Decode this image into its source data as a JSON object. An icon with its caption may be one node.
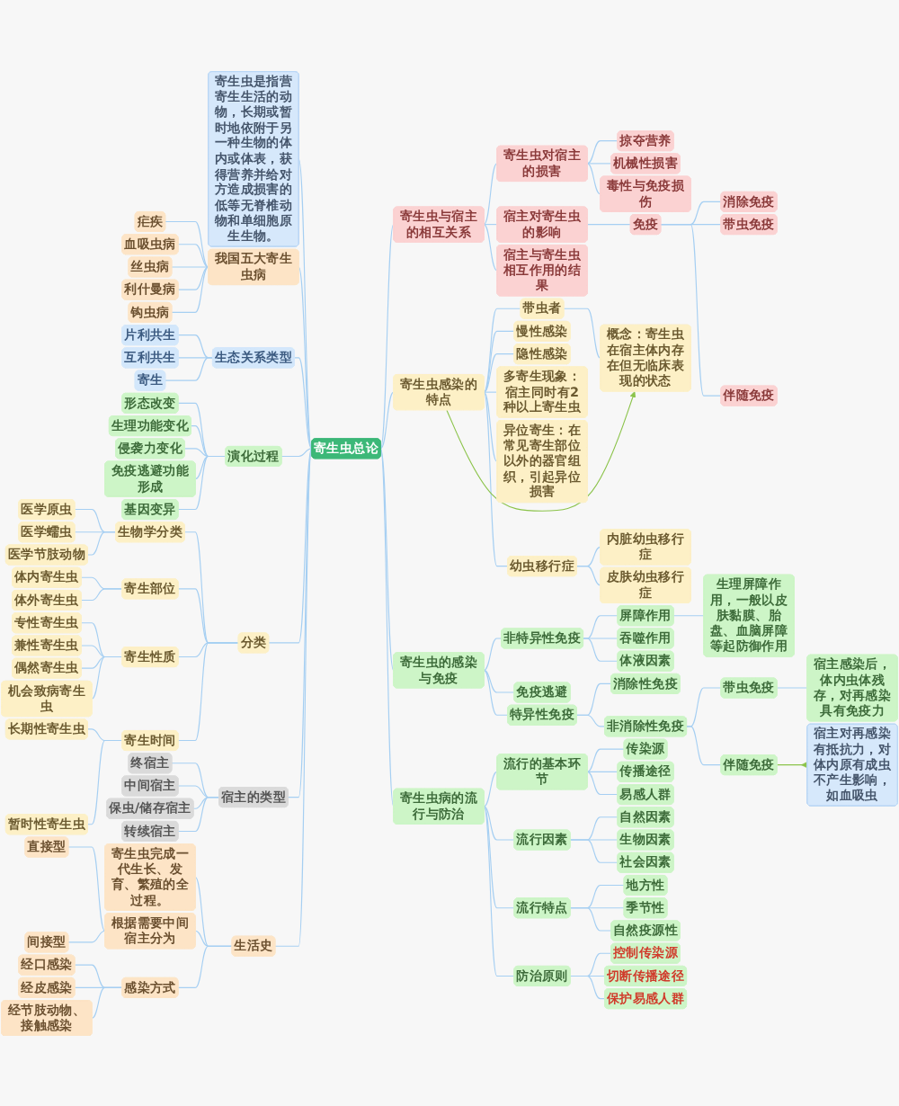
{
  "diagram": {
    "nodes": [
      {
        "text": [
          "寄生虫总论"
        ]
      },
      {
        "text": [
          "寄生虫是指营寄生生活的动物，长期或暂时地依附于另一种生物的体内或体表，获得营养并给对方造成损害的低等无脊椎动物和单细胞原生生物。"
        ]
      },
      {
        "text": [
          "我国五大寄生虫病"
        ]
      },
      {
        "text": [
          "疟疾"
        ]
      },
      {
        "text": [
          "血吸虫病"
        ]
      },
      {
        "text": [
          "丝虫病"
        ]
      },
      {
        "text": [
          "利什曼病"
        ]
      },
      {
        "text": [
          "钩虫病"
        ]
      },
      {
        "text": [
          "生态关系类型"
        ]
      },
      {
        "text": [
          "片利共生"
        ]
      },
      {
        "text": [
          "互利共生"
        ]
      },
      {
        "text": [
          "寄生"
        ]
      },
      {
        "text": [
          "演化过程"
        ]
      },
      {
        "text": [
          "形态改变"
        ]
      },
      {
        "text": [
          "生理功能变化"
        ]
      },
      {
        "text": [
          "侵袭力变化"
        ]
      },
      {
        "text": [
          "免疫逃避功能形成"
        ]
      },
      {
        "text": [
          "基因变异"
        ]
      },
      {
        "text": [
          "分类"
        ]
      },
      {
        "text": [
          "生物学分类"
        ]
      },
      {
        "text": [
          "医学原虫"
        ]
      },
      {
        "text": [
          "医学蠕虫"
        ]
      },
      {
        "text": [
          "医学节肢动物"
        ]
      },
      {
        "text": [
          "寄生部位"
        ]
      },
      {
        "text": [
          "体内寄生虫"
        ]
      },
      {
        "text": [
          "体外寄生虫"
        ]
      },
      {
        "text": [
          "寄生性质"
        ]
      },
      {
        "text": [
          "专性寄生虫"
        ]
      },
      {
        "text": [
          "兼性寄生虫"
        ]
      },
      {
        "text": [
          "偶然寄生虫"
        ]
      },
      {
        "text": [
          "机会致病寄生虫"
        ]
      },
      {
        "text": [
          "寄生时间"
        ]
      },
      {
        "text": [
          "长期性寄生虫"
        ]
      },
      {
        "text": [
          "暂时性寄生虫"
        ]
      },
      {
        "text": [
          "宿主的类型"
        ]
      },
      {
        "text": [
          "终宿主"
        ]
      },
      {
        "text": [
          "中间宿主"
        ]
      },
      {
        "text": [
          "保虫/储存宿主"
        ]
      },
      {
        "text": [
          "转续宿主"
        ]
      },
      {
        "text": [
          "生活史"
        ]
      },
      {
        "text": [
          "寄生虫完成一代生长、发育、繁殖的全过程。"
        ]
      },
      {
        "text": [
          "根据需要中间宿主分为"
        ]
      },
      {
        "text": [
          "直接型"
        ]
      },
      {
        "text": [
          "间接型"
        ]
      },
      {
        "text": [
          "感染方式"
        ]
      },
      {
        "text": [
          "经口感染"
        ]
      },
      {
        "text": [
          "经皮感染"
        ]
      },
      {
        "text": [
          "经节肢动物、接触感染"
        ]
      },
      {
        "text": [
          "寄生虫与宿主的相互关系"
        ]
      },
      {
        "text": [
          "寄生虫对宿主的损害"
        ]
      },
      {
        "text": [
          "掠夺营养"
        ]
      },
      {
        "text": [
          "机械性损害"
        ]
      },
      {
        "text": [
          "毒性与免疫损伤"
        ]
      },
      {
        "text": [
          "宿主对寄生虫的影响"
        ]
      },
      {
        "text": [
          "免疫"
        ]
      },
      {
        "text": [
          "消除免疫"
        ]
      },
      {
        "text": [
          "带虫免疫"
        ]
      },
      {
        "text": [
          "伴随免疫"
        ]
      },
      {
        "text": [
          "宿主与寄生虫相互作用的结果"
        ]
      },
      {
        "text": [
          "寄生虫感染的特点"
        ]
      },
      {
        "text": [
          "带虫者"
        ]
      },
      {
        "text": [
          "概念：寄生虫在宿主体内存在但无临床表现的状态"
        ]
      },
      {
        "text": [
          "慢性感染"
        ]
      },
      {
        "text": [
          "隐性感染"
        ]
      },
      {
        "text": [
          "多寄生现象：宿主同时有2种以上寄生虫"
        ]
      },
      {
        "text": [
          "异位寄生：在常见寄生部位以外的器官组织，引起异位损害"
        ]
      },
      {
        "text": [
          "幼虫移行症"
        ]
      },
      {
        "text": [
          "内脏幼虫移行症"
        ]
      },
      {
        "text": [
          "皮肤幼虫移行症"
        ]
      },
      {
        "text": [
          "寄生虫的感染与免疫"
        ]
      },
      {
        "text": [
          "非特异性免疫"
        ]
      },
      {
        "text": [
          "屏障作用"
        ]
      },
      {
        "text": [
          "生理屏障作用，一般以皮肤黏膜、胎盘、血脑屏障等起防御作用"
        ]
      },
      {
        "text": [
          "吞噬作用"
        ]
      },
      {
        "text": [
          "体液因素"
        ]
      },
      {
        "text": [
          "特异性免疫"
        ]
      },
      {
        "text": [
          "消除性免疫"
        ]
      },
      {
        "text": [
          "非消除性免疫"
        ]
      },
      {
        "text": [
          "带虫免疫"
        ]
      },
      {
        "text": [
          "宿主感染后，体内虫体残存，对再感染具有免疫力"
        ]
      },
      {
        "text": [
          "伴随免疫"
        ]
      },
      {
        "text": [
          "宿主对再感染有抵抗力，对体内原有成虫不产生影响，如血吸虫"
        ]
      },
      {
        "text": [
          "免疫逃避"
        ]
      },
      {
        "text": [
          "寄生虫病的流行与防治"
        ]
      },
      {
        "text": [
          "流行的基本环节"
        ]
      },
      {
        "text": [
          "传染源"
        ]
      },
      {
        "text": [
          "传播途径"
        ]
      },
      {
        "text": [
          "易感人群"
        ]
      },
      {
        "text": [
          "流行因素"
        ]
      },
      {
        "text": [
          "自然因素"
        ]
      },
      {
        "text": [
          "生物因素"
        ]
      },
      {
        "text": [
          "社会因素"
        ]
      },
      {
        "text": [
          "流行特点"
        ]
      },
      {
        "text": [
          "地方性"
        ]
      },
      {
        "text": [
          "季节性"
        ]
      },
      {
        "text": [
          "自然疫源性"
        ]
      },
      {
        "text": [
          "防治原则"
        ]
      },
      {
        "text": [
          "控制传染源"
        ]
      },
      {
        "text": [
          "切断传播途径"
        ]
      },
      {
        "text": [
          "保护易感人群"
        ]
      }
    ],
    "edges": [
      {
        "from": 0,
        "to": 1,
        "arrow": "none"
      },
      {
        "from": 0,
        "to": 2,
        "arrow": "none"
      },
      {
        "from": 2,
        "to": 3,
        "arrow": "none"
      },
      {
        "from": 2,
        "to": 4,
        "arrow": "none"
      },
      {
        "from": 2,
        "to": 5,
        "arrow": "none"
      },
      {
        "from": 2,
        "to": 6,
        "arrow": "none"
      },
      {
        "from": 2,
        "to": 7,
        "arrow": "none"
      },
      {
        "from": 0,
        "to": 8,
        "arrow": "none"
      },
      {
        "from": 8,
        "to": 9,
        "arrow": "none"
      },
      {
        "from": 8,
        "to": 10,
        "arrow": "none"
      },
      {
        "from": 8,
        "to": 11,
        "arrow": "none"
      },
      {
        "from": 0,
        "to": 12,
        "arrow": "none"
      },
      {
        "from": 12,
        "to": 13,
        "arrow": "none"
      },
      {
        "from": 12,
        "to": 14,
        "arrow": "none"
      },
      {
        "from": 12,
        "to": 15,
        "arrow": "none"
      },
      {
        "from": 12,
        "to": 16,
        "arrow": "none"
      },
      {
        "from": 12,
        "to": 17,
        "arrow": "none"
      },
      {
        "from": 0,
        "to": 18,
        "arrow": "none"
      },
      {
        "from": 18,
        "to": 19,
        "arrow": "none"
      },
      {
        "from": 19,
        "to": 20,
        "arrow": "none"
      },
      {
        "from": 19,
        "to": 21,
        "arrow": "none"
      },
      {
        "from": 19,
        "to": 22,
        "arrow": "none"
      },
      {
        "from": 18,
        "to": 23,
        "arrow": "none"
      },
      {
        "from": 23,
        "to": 24,
        "arrow": "none"
      },
      {
        "from": 23,
        "to": 25,
        "arrow": "none"
      },
      {
        "from": 18,
        "to": 26,
        "arrow": "none"
      },
      {
        "from": 26,
        "to": 27,
        "arrow": "none"
      },
      {
        "from": 26,
        "to": 28,
        "arrow": "none"
      },
      {
        "from": 26,
        "to": 29,
        "arrow": "none"
      },
      {
        "from": 26,
        "to": 30,
        "arrow": "none"
      },
      {
        "from": 18,
        "to": 31,
        "arrow": "none"
      },
      {
        "from": 31,
        "to": 32,
        "arrow": "none"
      },
      {
        "from": 31,
        "to": 33,
        "arrow": "none"
      },
      {
        "from": 0,
        "to": 34,
        "arrow": "none"
      },
      {
        "from": 34,
        "to": 35,
        "arrow": "none"
      },
      {
        "from": 34,
        "to": 36,
        "arrow": "none"
      },
      {
        "from": 34,
        "to": 37,
        "arrow": "none"
      },
      {
        "from": 34,
        "to": 38,
        "arrow": "none"
      },
      {
        "from": 0,
        "to": 39,
        "arrow": "none"
      },
      {
        "from": 39,
        "to": 40,
        "arrow": "none"
      },
      {
        "from": 39,
        "to": 41,
        "arrow": "none"
      },
      {
        "from": 41,
        "to": 42,
        "arrow": "none"
      },
      {
        "from": 41,
        "to": 43,
        "arrow": "none"
      },
      {
        "from": 39,
        "to": 44,
        "arrow": "none"
      },
      {
        "from": 44,
        "to": 45,
        "arrow": "none"
      },
      {
        "from": 44,
        "to": 46,
        "arrow": "none"
      },
      {
        "from": 44,
        "to": 47,
        "arrow": "none"
      },
      {
        "from": 0,
        "to": 48,
        "arrow": "none"
      },
      {
        "from": 48,
        "to": 49,
        "arrow": "none"
      },
      {
        "from": 49,
        "to": 50,
        "arrow": "none"
      },
      {
        "from": 49,
        "to": 51,
        "arrow": "none"
      },
      {
        "from": 49,
        "to": 52,
        "arrow": "none"
      },
      {
        "from": 48,
        "to": 53,
        "arrow": "none"
      },
      {
        "from": 53,
        "to": 54,
        "arrow": "none"
      },
      {
        "from": 54,
        "to": 55,
        "arrow": "none"
      },
      {
        "from": 54,
        "to": 56,
        "arrow": "none"
      },
      {
        "from": 54,
        "to": 57,
        "arrow": "none"
      },
      {
        "from": 48,
        "to": 58,
        "arrow": "none"
      },
      {
        "from": 0,
        "to": 59,
        "arrow": "none"
      },
      {
        "from": 59,
        "to": 60,
        "arrow": "none"
      },
      {
        "from": 60,
        "to": 61,
        "arrow": "none"
      },
      {
        "from": 59,
        "to": 62,
        "arrow": "none"
      },
      {
        "from": 59,
        "to": 63,
        "arrow": "none"
      },
      {
        "from": 59,
        "to": 64,
        "arrow": "none"
      },
      {
        "from": 59,
        "to": 65,
        "arrow": "none"
      },
      {
        "from": 59,
        "to": 66,
        "arrow": "none"
      },
      {
        "from": 66,
        "to": 67,
        "arrow": "none"
      },
      {
        "from": 66,
        "to": 68,
        "arrow": "none"
      },
      {
        "from": 59,
        "to": 61,
        "arrow": "to",
        "color": "#8bc34a"
      },
      {
        "from": 0,
        "to": 69,
        "arrow": "none"
      },
      {
        "from": 69,
        "to": 70,
        "arrow": "none"
      },
      {
        "from": 70,
        "to": 71,
        "arrow": "none"
      },
      {
        "from": 71,
        "to": 72,
        "arrow": "none"
      },
      {
        "from": 70,
        "to": 73,
        "arrow": "none"
      },
      {
        "from": 70,
        "to": 74,
        "arrow": "none"
      },
      {
        "from": 69,
        "to": 75,
        "arrow": "none"
      },
      {
        "from": 75,
        "to": 76,
        "arrow": "none"
      },
      {
        "from": 75,
        "to": 77,
        "arrow": "none"
      },
      {
        "from": 77,
        "to": 78,
        "arrow": "none"
      },
      {
        "from": 78,
        "to": 79,
        "arrow": "none"
      },
      {
        "from": 77,
        "to": 80,
        "arrow": "none"
      },
      {
        "from": 80,
        "to": 81,
        "arrow": "to",
        "color": "#8bc34a"
      },
      {
        "from": 69,
        "to": 82,
        "arrow": "none"
      },
      {
        "from": 0,
        "to": 83,
        "arrow": "none"
      },
      {
        "from": 83,
        "to": 84,
        "arrow": "none"
      },
      {
        "from": 84,
        "to": 85,
        "arrow": "none"
      },
      {
        "from": 84,
        "to": 86,
        "arrow": "none"
      },
      {
        "from": 84,
        "to": 87,
        "arrow": "none"
      },
      {
        "from": 83,
        "to": 88,
        "arrow": "none"
      },
      {
        "from": 88,
        "to": 89,
        "arrow": "none"
      },
      {
        "from": 88,
        "to": 90,
        "arrow": "none"
      },
      {
        "from": 88,
        "to": 91,
        "arrow": "none"
      },
      {
        "from": 83,
        "to": 92,
        "arrow": "none"
      },
      {
        "from": 92,
        "to": 93,
        "arrow": "none"
      },
      {
        "from": 92,
        "to": 94,
        "arrow": "none"
      },
      {
        "from": 92,
        "to": 95,
        "arrow": "none"
      },
      {
        "from": 83,
        "to": 96,
        "arrow": "none"
      },
      {
        "from": 96,
        "to": 97,
        "arrow": "none"
      },
      {
        "from": 96,
        "to": 98,
        "arrow": "none"
      },
      {
        "from": 96,
        "to": 99,
        "arrow": "none"
      }
    ]
  }
}
